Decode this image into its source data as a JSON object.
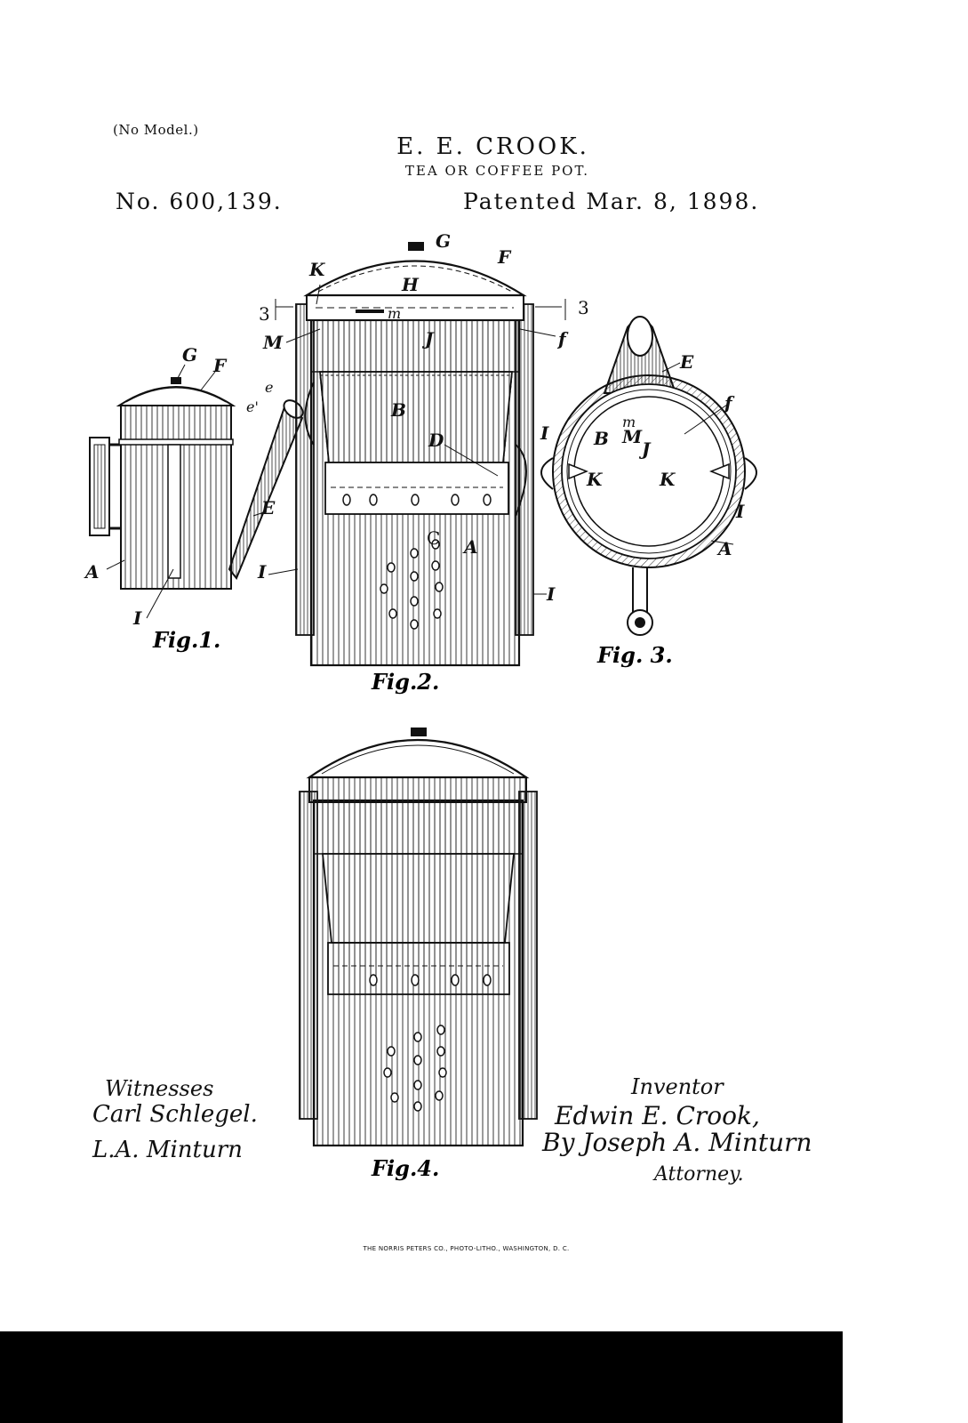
{
  "header": {
    "no_model": "(No Model.)",
    "inventor_name": "E. E. CROOK.",
    "invention_title": "TEA OR COFFEE POT.",
    "patent_number": "No. 600,139.",
    "patent_date": "Patented Mar. 8, 1898."
  },
  "figures": {
    "fig1": {
      "caption": "Fig.1.",
      "labels": {
        "G": "G",
        "F": "F",
        "e": "e",
        "e_prime": "e'",
        "E": "E",
        "A": "A",
        "I": "I"
      }
    },
    "fig2": {
      "caption": "Fig.2.",
      "labels": {
        "G": "G",
        "F": "F",
        "K": "K",
        "H": "H",
        "sec_left": "3",
        "sec_right": "3",
        "m": "m",
        "M": "M",
        "J": "J",
        "f": "f",
        "B": "B",
        "D": "D",
        "C": "C",
        "A": "A",
        "I_left": "I",
        "I_right": "I"
      }
    },
    "fig3": {
      "caption": "Fig. 3.",
      "labels": {
        "E": "E",
        "f": "f",
        "m": "m",
        "M": "M",
        "J": "J",
        "B": "B",
        "I_left": "I",
        "K_left": "K",
        "K_right": "K",
        "I_right": "I",
        "A": "A"
      }
    },
    "fig4": {
      "caption": "Fig.4."
    }
  },
  "signatures": {
    "witnesses_heading": "Witnesses",
    "witness_1": "Carl Schlegel.",
    "witness_2": "L.A. Minturn",
    "inventor_heading": "Inventor",
    "inventor_signature": "Edwin E. Crook,",
    "by_attorney": "By Joseph A. Minturn",
    "attorney_label": "Attorney."
  },
  "footer": {
    "printer": "THE NORRIS PETERS CO., PHOTO-LITHO., WASHINGTON, D. C."
  }
}
